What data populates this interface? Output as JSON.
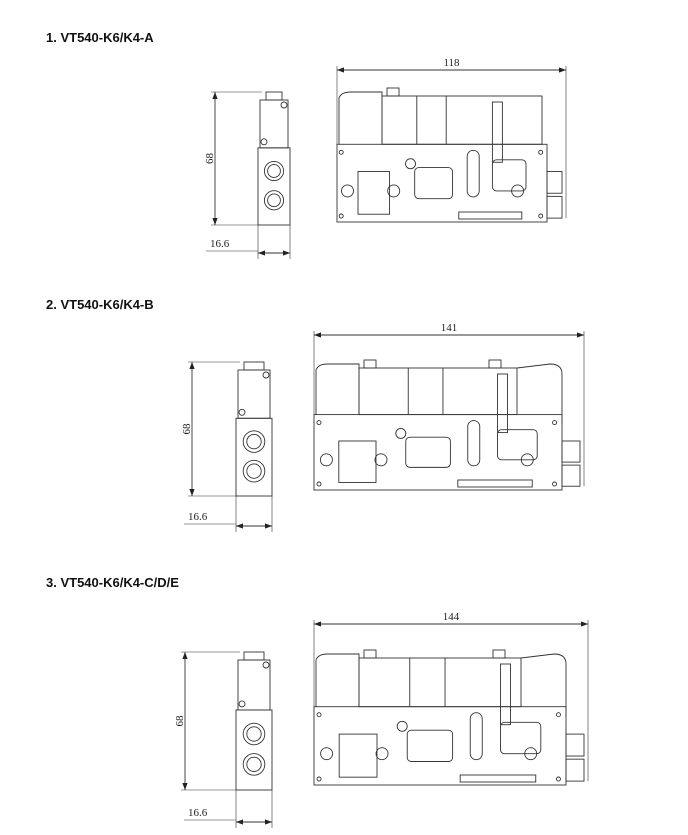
{
  "sections": [
    {
      "title": "1. VT540-K6/K4-A",
      "length": "118",
      "height": "68",
      "width": "16.6"
    },
    {
      "title": "2. VT540-K6/K4-B",
      "length": "141",
      "height": "68",
      "width": "16.6"
    },
    {
      "title": "3. VT540-K6/K4-C/D/E",
      "length": "144",
      "height": "68",
      "width": "16.6"
    }
  ]
}
